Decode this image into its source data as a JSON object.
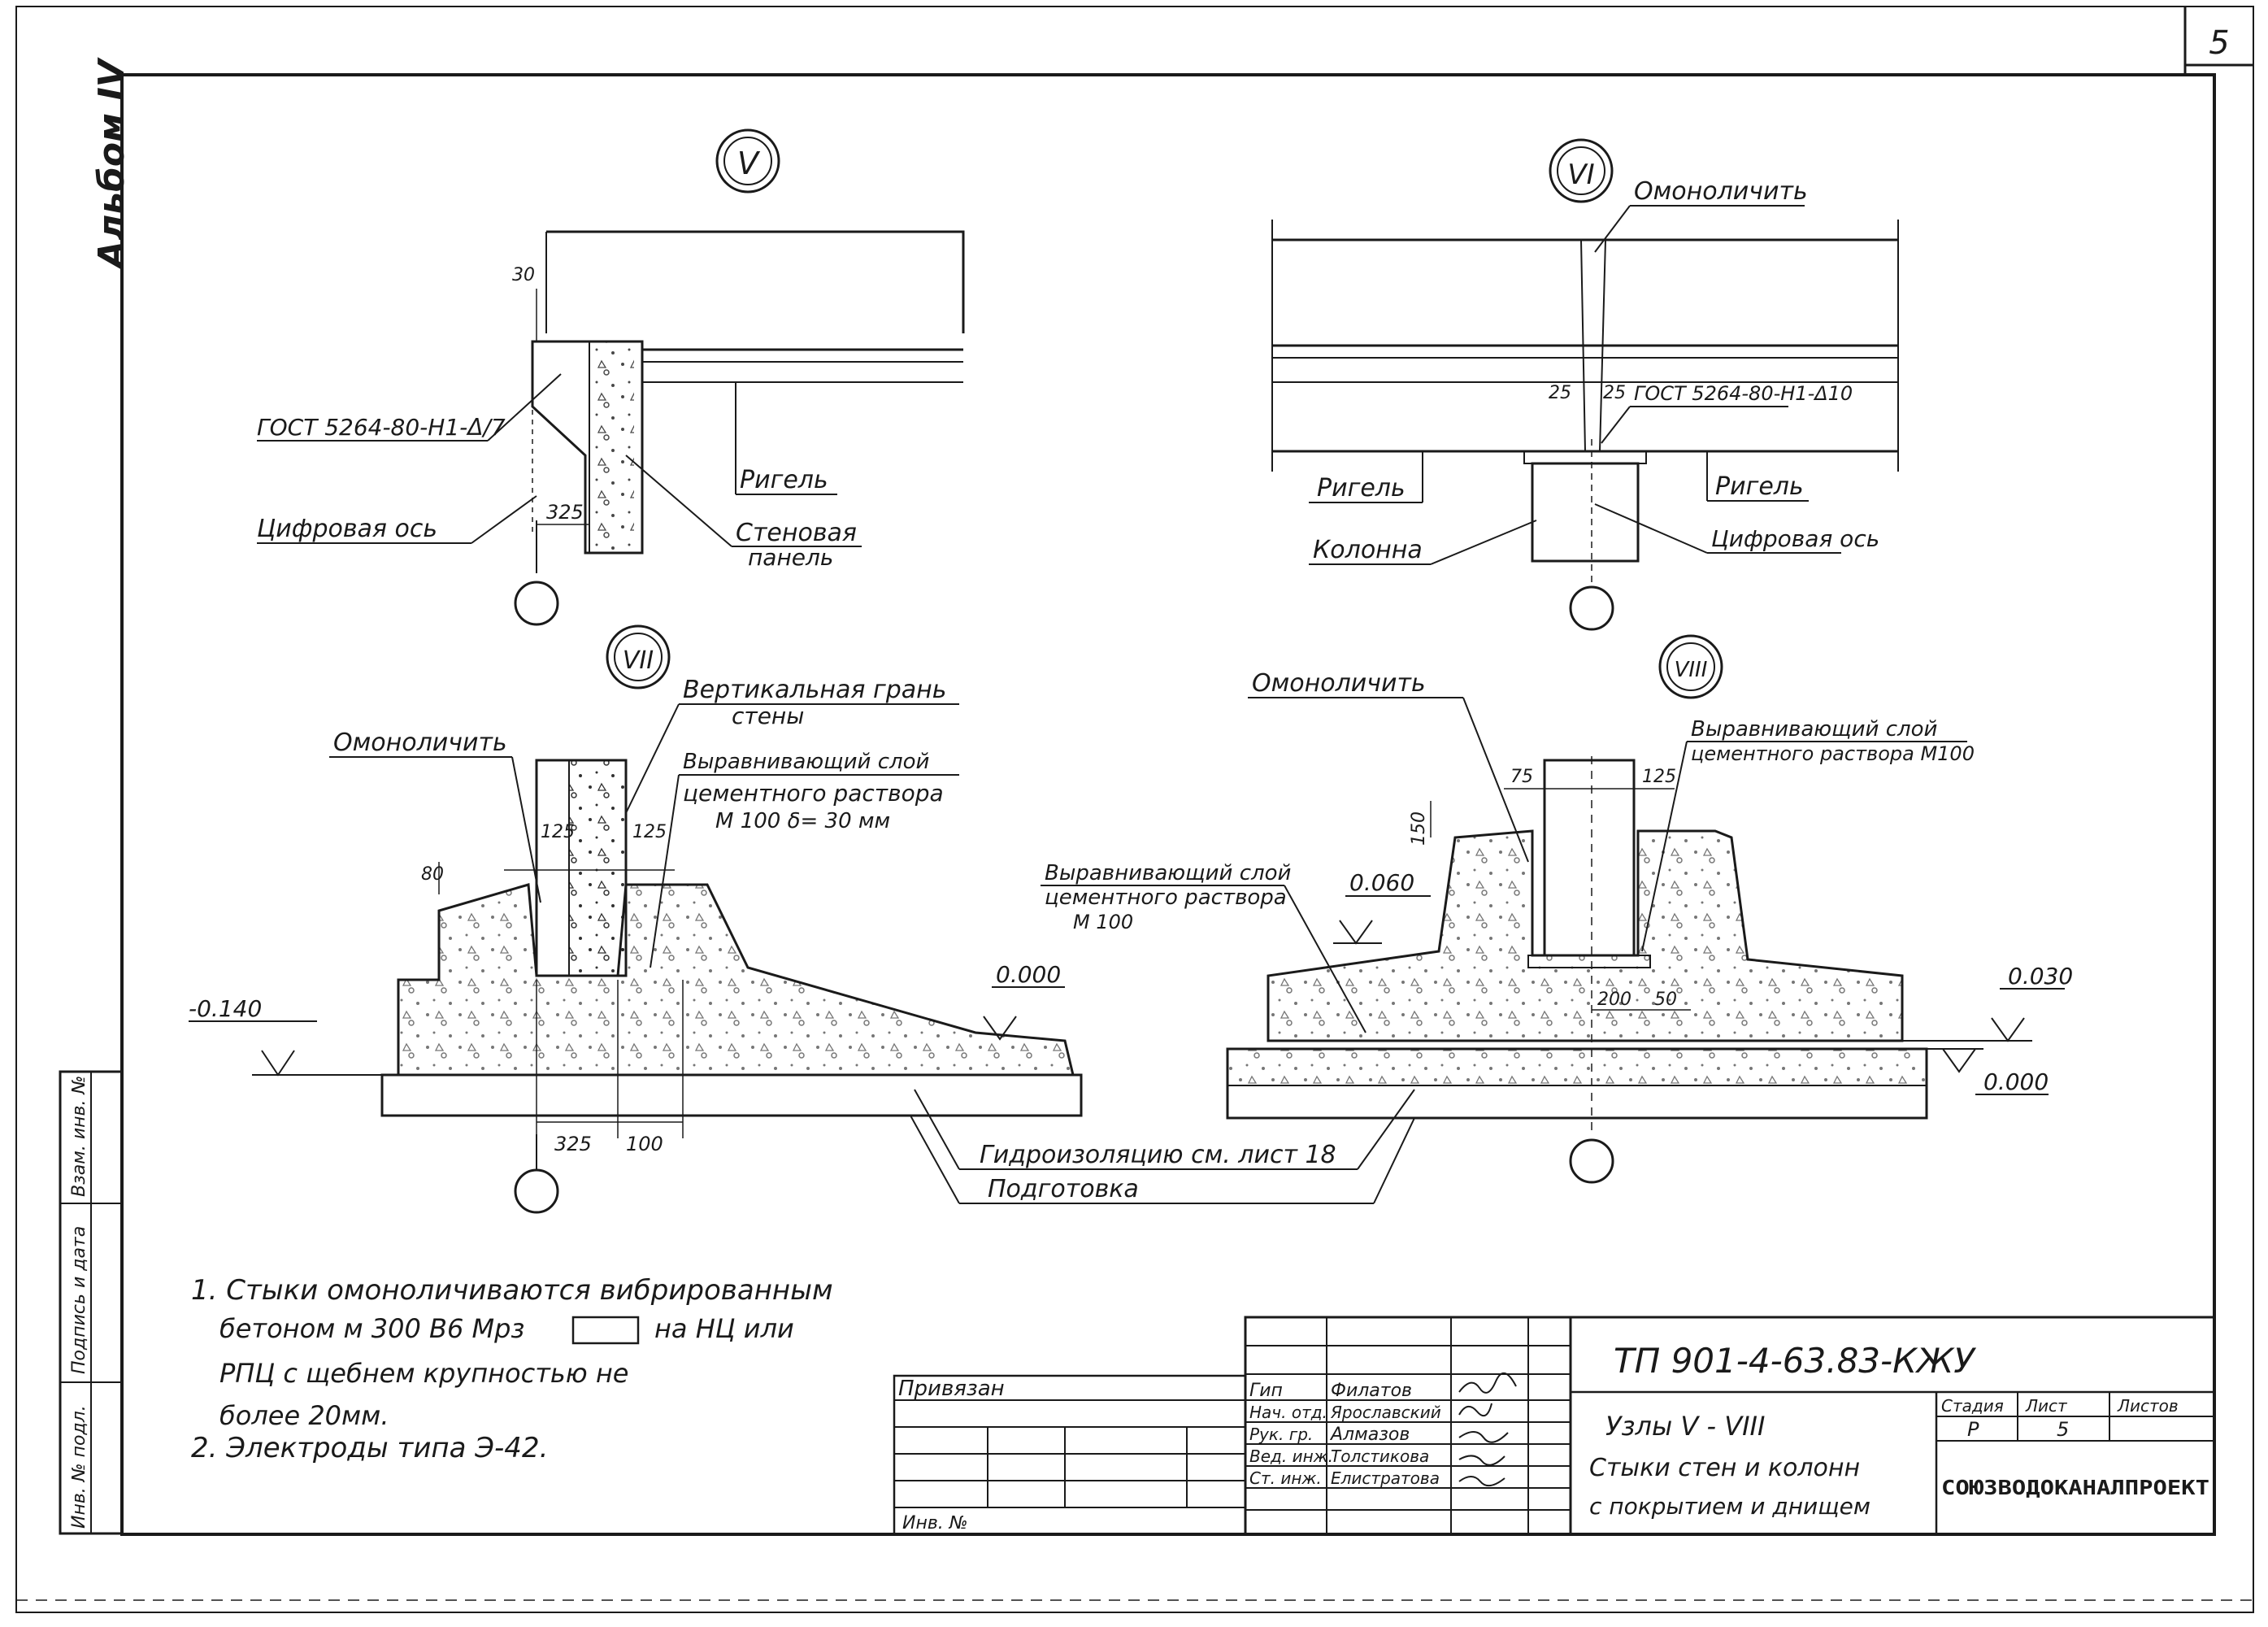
{
  "sheet": {
    "sheet_number": "5",
    "album_label": "Альбом IV",
    "side_labels": [
      "Инв. № подл.",
      "Подпись и дата",
      "Взам. инв. №"
    ]
  },
  "nodes": {
    "v": {
      "marker": "V",
      "labels": {
        "gost": "ГОСТ 5264-80-Н1-Δ/7",
        "axis": "Цифровая ось",
        "rigel": "Ригель",
        "panel_line1": "Стеновая",
        "panel_line2": "панель"
      },
      "dims": {
        "d30": "30",
        "d325": "325"
      }
    },
    "vi": {
      "marker": "VI",
      "labels": {
        "monolith": "Омоноличить",
        "gost": "ГОСТ 5264-80-Н1-Δ10",
        "rigel_left": "Ригель",
        "rigel_right": "Ригель",
        "column": "Колонна",
        "axis": "Цифровая ось"
      },
      "dims": {
        "d25a": "25",
        "d25b": "25"
      }
    },
    "vii": {
      "marker": "VII",
      "labels": {
        "monolith": "Омоноличить",
        "vertical_line1": "Вертикальная грань",
        "vertical_line2": "стены",
        "leveling_line1": "Выравнивающий слой",
        "leveling_line2": "цементного раствора",
        "leveling_line3": "М 100  δ= 30 мм"
      },
      "dims": {
        "d125a": "125",
        "d125b": "125",
        "d80": "80",
        "d325": "325",
        "d100": "100"
      },
      "levels": {
        "left": "-0.140",
        "right": "0.000"
      }
    },
    "viii": {
      "marker": "VIII",
      "labels": {
        "monolith": "Омоноличить",
        "leveling_top_line1": "Выравнивающий слой",
        "leveling_top_line2": "цементного раствора М100",
        "leveling_left_line1": "Выравнивающий слой",
        "leveling_left_line2": "цементного раствора",
        "leveling_left_line3": "М 100"
      },
      "dims": {
        "d75": "75",
        "d125": "125",
        "d150": "150",
        "d200": "200",
        "d50": "50"
      },
      "levels": {
        "left": "0.060",
        "right_top": "0.030",
        "right_bottom": "0.000"
      }
    },
    "shared": {
      "waterproofing": "Гидроизоляцию см. лист 18",
      "preparation": "Подготовка"
    }
  },
  "notes": [
    "1. Стыки омоноличиваются вибрированным",
    "бетоном м 300 В6 Мрз",
    "на НЦ или",
    "РПЦ с щебнем крупностью не",
    "более 20мм.",
    "2. Электроды типа Э-42."
  ],
  "title_block": {
    "doc_code": "ТП 901-4-63.83-КЖУ",
    "privyazan": "Привязан",
    "inv_no": "Инв. №",
    "title_line1": "Узлы V - VIII",
    "title_line2": "Стыки стен и колонн",
    "title_line3": "с покрытием и днищем",
    "stage_header": "Стадия",
    "sheet_header": "Лист",
    "sheets_header": "Листов",
    "stage_value": "Р",
    "sheet_value": "5",
    "org": "СОЮЗВОДОКАНАЛПРОЕКТ",
    "signatories": [
      {
        "role": "Гип",
        "name": "Филатов"
      },
      {
        "role": "Нач. отд.",
        "name": "Ярославский"
      },
      {
        "role": "Рук. гр.",
        "name": "Алмазов"
      },
      {
        "role": "Вед. инж.",
        "name": "Толстикова"
      },
      {
        "role": "Ст. инж.",
        "name": "Елистратова"
      }
    ]
  }
}
